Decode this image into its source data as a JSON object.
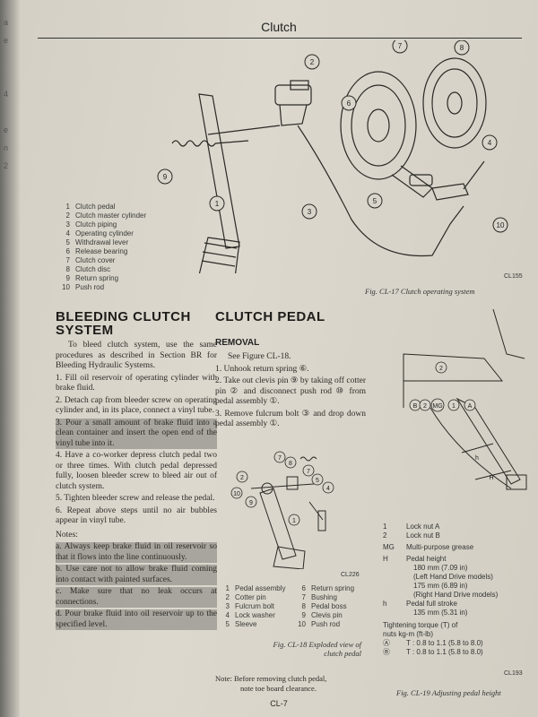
{
  "header": {
    "title": "Clutch"
  },
  "fig17": {
    "legend": [
      {
        "num": "1",
        "label": "Clutch pedal"
      },
      {
        "num": "2",
        "label": "Clutch master cylinder"
      },
      {
        "num": "3",
        "label": "Clutch piping"
      },
      {
        "num": "4",
        "label": "Operating cylinder"
      },
      {
        "num": "5",
        "label": "Withdrawal lever"
      },
      {
        "num": "6",
        "label": "Release bearing"
      },
      {
        "num": "7",
        "label": "Clutch cover"
      },
      {
        "num": "8",
        "label": "Clutch disc"
      },
      {
        "num": "9",
        "label": "Return spring"
      },
      {
        "num": "10",
        "label": "Push rod"
      }
    ],
    "code": "CL155",
    "caption": "Fig. CL-17  Clutch operating system"
  },
  "bleeding": {
    "title_line1": "BLEEDING CLUTCH",
    "title_line2": "SYSTEM",
    "intro": "To bleed clutch system, use the same procedures as described in Section BR for Bleeding Hydraulic Systems.",
    "steps": [
      "1.  Fill oil reservoir of operating cylinder with brake fluid.",
      "2.  Detach cap from bleeder screw on operating cylinder and, in its place, connect a vinyl tube.",
      "3.  Pour a small amount of brake fluid into a clean container and insert the open end of the vinyl tube into it.",
      "4.  Have a co-worker depress clutch pedal two or three times. With clutch pedal depressed fully, loosen bleeder screw to bleed air out of clutch system.",
      "5.  Tighten bleeder screw and release the pedal.",
      "6.  Repeat above steps until no air bubbles appear in vinyl tube."
    ],
    "notes_label": "Notes:",
    "notes": [
      "a.  Always keep brake fluid in oil reservoir so that it flows into the line continuously.",
      "b.  Use care not to allow brake fluid coming into contact with painted surfaces.",
      "c.  Make sure that no leak occurs at connections.",
      "d.  Pour brake fluid into oil reservoir up to the specified level."
    ]
  },
  "pedal": {
    "title": "CLUTCH PEDAL",
    "removal_label": "REMOVAL",
    "see_fig": "See Figure CL-18.",
    "steps": [
      "1.  Unhook return spring ⑥.",
      "2.  Take out clevis pin ⑨ by taking off cotter pin ② and disconnect push rod ⑩ from pedal assembly ①.",
      "3.  Remove fulcrum bolt ③ and drop down pedal assembly ①."
    ]
  },
  "fig18": {
    "code": "CL226",
    "legend_left": [
      {
        "num": "1",
        "label": "Pedal assembly"
      },
      {
        "num": "2",
        "label": "Cotter pin"
      },
      {
        "num": "3",
        "label": "Fulcrum bolt"
      },
      {
        "num": "4",
        "label": "Lock washer"
      },
      {
        "num": "5",
        "label": "Sleeve"
      }
    ],
    "legend_right": [
      {
        "num": "6",
        "label": "Return spring"
      },
      {
        "num": "7",
        "label": "Bushing"
      },
      {
        "num": "8",
        "label": "Pedal boss"
      },
      {
        "num": "9",
        "label": "Clevis pin"
      },
      {
        "num": "10",
        "label": "Push rod"
      }
    ],
    "caption_line1": "Fig. CL-18  Exploded view of",
    "caption_line2": "clutch pedal"
  },
  "note_bottom": {
    "line1": "Note: Before removing clutch pedal,",
    "line2": "note toe board clearance."
  },
  "fig19": {
    "legend": [
      {
        "num": "1",
        "label": "Lock nut A"
      },
      {
        "num": "2",
        "label": "Lock nut B"
      }
    ],
    "mg_key": "MG",
    "mg_label": "Multi-purpose grease",
    "h_key": "H",
    "h_label": "Pedal height",
    "h_lines": [
      "180 mm (7.09 in)",
      "(Left Hand Drive models)",
      "175 mm (6.89 in)",
      "(Right Hand Drive models)"
    ],
    "hh_key": "h",
    "hh_label": "Pedal full stroke",
    "hh_value": "135 mm (5.31 in)",
    "torque_title1": "Tightening torque (T) of",
    "torque_title2": "nuts  kg-m (ft-lb)",
    "torque_A": "T : 0.8 to 1.1 (5.8 to 8.0)",
    "torque_B": "T : 0.8 to 1.1 (5.8 to 8.0)",
    "code": "CL193",
    "caption": "Fig. CL-19  Adjusting pedal height"
  },
  "footer": {
    "page": "CL-7"
  }
}
